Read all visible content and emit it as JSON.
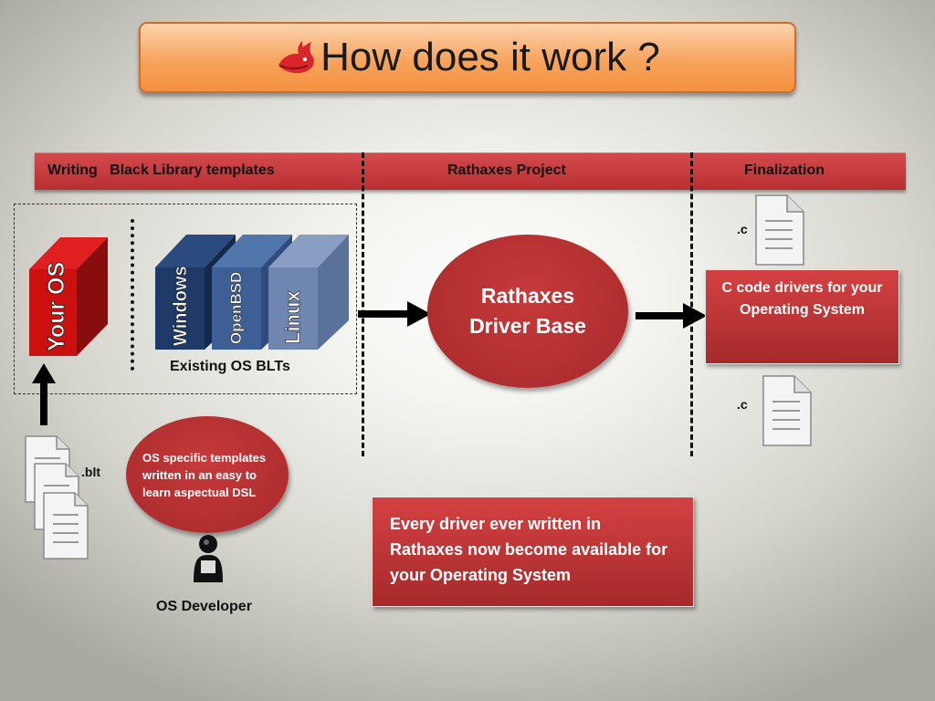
{
  "title": "How does it work ?",
  "header": {
    "writing": "Writing   Black Library templates",
    "project": "Rathaxes Project",
    "finalization": "Finalization"
  },
  "os_blocks": {
    "your_os": "Your OS",
    "windows": "Windows",
    "openbsd": "OpenBSD",
    "linux": "Linux"
  },
  "existing_label": "Existing OS BLTs",
  "blt_label": ".blt",
  "templates_ellipse": "OS specific templates written in an easy to learn aspectual DSL",
  "developer_label": "OS Developer",
  "driver_base": "Rathaxes Driver Base",
  "c_label_top": ".c",
  "c_label_bottom": ".c",
  "c_drivers_box": "C code drivers for your Operating System",
  "every_driver_box": "Every driver ever written in Rathaxes now become available for your Operating System",
  "colors": {
    "title_orange": "#f7a45e",
    "header_red": "#c83b3d",
    "box_red": "#b93536",
    "windows_blue": "#1f3a66",
    "openbsd_blue": "#3d5f95",
    "linux_blue": "#6f87b0",
    "your_os_red": "#cc1010"
  },
  "icons": [
    "rathaxes-logo-icon",
    "document-icon",
    "person-icon",
    "arrow-right-icon",
    "arrow-up-icon"
  ]
}
